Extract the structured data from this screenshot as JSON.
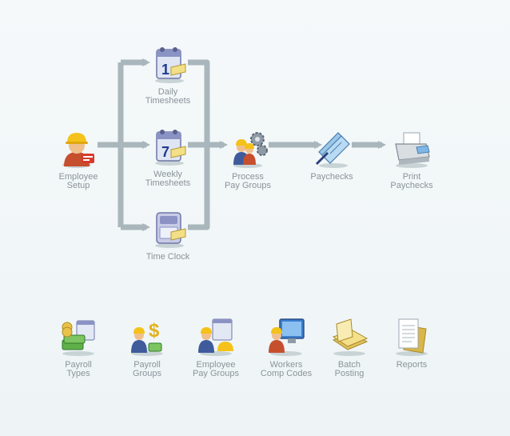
{
  "workflow": {
    "employee_setup": "Employee\nSetup",
    "daily_timesheets": "Daily\nTimesheets",
    "weekly_timesheets": "Weekly\nTimesheets",
    "time_clock": "Time Clock",
    "process_pay_groups": "Process\nPay Groups",
    "paychecks": "Paychecks",
    "print_paychecks": "Print\nPaychecks"
  },
  "setup": {
    "payroll_types": "Payroll\nTypes",
    "payroll_groups": "Payroll\nGroups",
    "employee_pay_groups": "Employee\nPay Groups",
    "workers_comp_codes": "Workers\nComp Codes",
    "batch_posting": "Batch\nPosting",
    "reports": "Reports"
  },
  "calendar_digits": {
    "daily": "1",
    "weekly": "7"
  },
  "icons": {
    "employee_setup": "worker-hardhat-icon",
    "daily_timesheets": "calendar-1-icon",
    "weekly_timesheets": "calendar-7-icon",
    "time_clock": "time-clock-icon",
    "process_pay_groups": "workers-gears-icon",
    "paychecks": "paychecks-icon",
    "print_paychecks": "printer-icon",
    "payroll_types": "money-calendar-icon",
    "payroll_groups": "workers-dollar-icon",
    "employee_pay_groups": "workers-calendar-icon",
    "workers_comp_codes": "worker-monitor-icon",
    "batch_posting": "paper-stack-icon",
    "reports": "report-pages-icon"
  },
  "colors": {
    "background": "#f3f8f9",
    "connector": "#a9b6bb",
    "label_text": "#8a949a"
  }
}
